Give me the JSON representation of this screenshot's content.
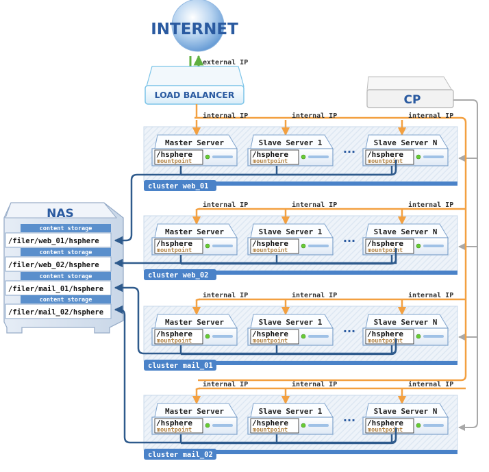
{
  "internet": {
    "label": "INTERNET"
  },
  "external_ip": {
    "label": "external IP"
  },
  "load_balancer": {
    "label": "LOAD BALANCER"
  },
  "cp": {
    "label": "CP"
  },
  "nas": {
    "title": "NAS",
    "storage_label": "content storage",
    "paths": [
      "/filer/web_01/hsphere",
      "/filer/web_02/hsphere",
      "/filer/mail_01/hsphere",
      "/filer/mail_02/hsphere"
    ]
  },
  "internal_ip_label": "internal IP",
  "servers": [
    "Master Server",
    "Slave Server 1",
    "Slave Server N"
  ],
  "ellipsis": "...",
  "mount": {
    "dir": "/hsphere",
    "label": "mountpoint"
  },
  "clusters": [
    {
      "name": "cluster web_01"
    },
    {
      "name": "cluster web_02"
    },
    {
      "name": "cluster mail_01"
    },
    {
      "name": "cluster mail_02"
    }
  ],
  "colors": {
    "orange": "#f3a040",
    "blue": "#2e5a8c",
    "green": "#5fb040",
    "gray": "#a8a8a8",
    "cluster_bar": "#4a82c8"
  }
}
